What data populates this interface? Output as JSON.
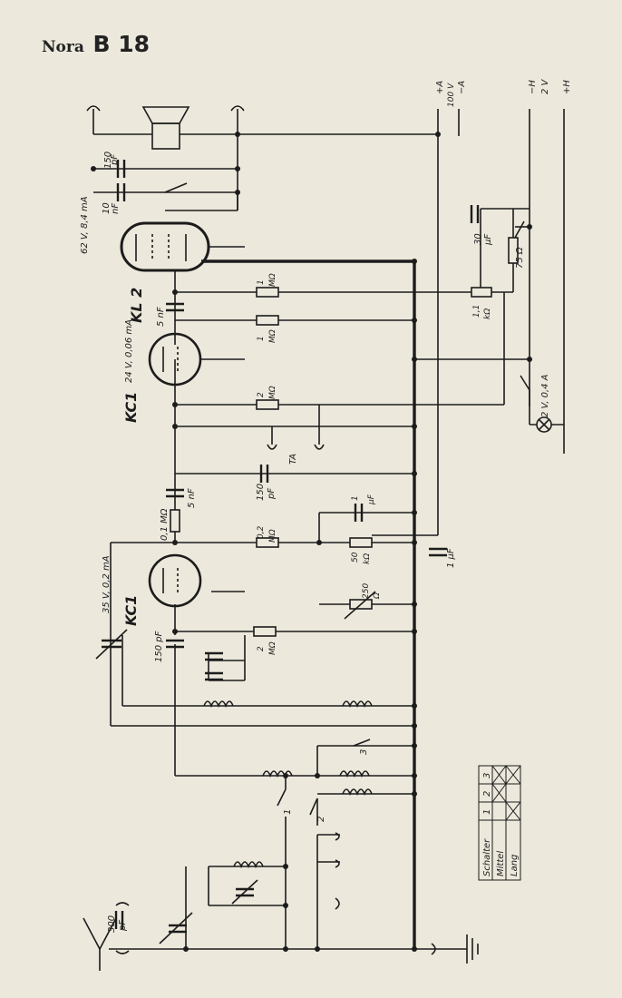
{
  "header": {
    "brand": "Nora",
    "model": "B 18"
  },
  "rails": {
    "plus_a": "+A",
    "minus_a": "−A",
    "voltage_100": "100 V",
    "minus_h": "−H",
    "plus_h": "+H",
    "voltage_2": "2 V"
  },
  "tubes": {
    "kl2": "KL 2",
    "kl2_rating": "62 V, 8,4 mA",
    "kc1_a": "KC1",
    "kc1_a_rating": "24 V, 0,06 mA",
    "kc1_b": "KC1",
    "kc1_b_rating": "35 V, 0,2 mA"
  },
  "components": {
    "c150pf_out": [
      "150",
      "pF"
    ],
    "c10nf": [
      "10",
      "nF"
    ],
    "r1m_a": [
      "1",
      "MΩ"
    ],
    "c5nf_a": "5 nF",
    "r1m_b": [
      "1",
      "MΩ"
    ],
    "c30uf": [
      "30",
      "μF"
    ],
    "r75": "75 Ω",
    "r1k": [
      "1,1",
      "kΩ"
    ],
    "r2m_a": [
      "2",
      "MΩ"
    ],
    "lamp": "2 V, 0,4 A",
    "ta": "TA",
    "c150pf_cpl": [
      "150",
      "pF"
    ],
    "c5nf_b": "5 nF",
    "r01m": "0,1 MΩ",
    "c1uf_a": [
      "1",
      "μF"
    ],
    "r02m": [
      "0,2",
      "MΩ"
    ],
    "r50k": [
      "50",
      "kΩ"
    ],
    "c1uf_b": "1 μF",
    "r250": [
      "250",
      "Ω"
    ],
    "c150pf_grid": "150 pF",
    "r2m_b": [
      "2",
      "MΩ"
    ],
    "c300pf": [
      "300",
      "pF"
    ],
    "sw1": "1",
    "sw2": "2",
    "sw3": "3"
  },
  "switch_table": {
    "header": [
      "Schalter",
      "1",
      "2",
      "3"
    ],
    "rows": [
      [
        "Mittel",
        "",
        "",
        ""
      ],
      [
        "Lang",
        "",
        "",
        ""
      ]
    ]
  }
}
